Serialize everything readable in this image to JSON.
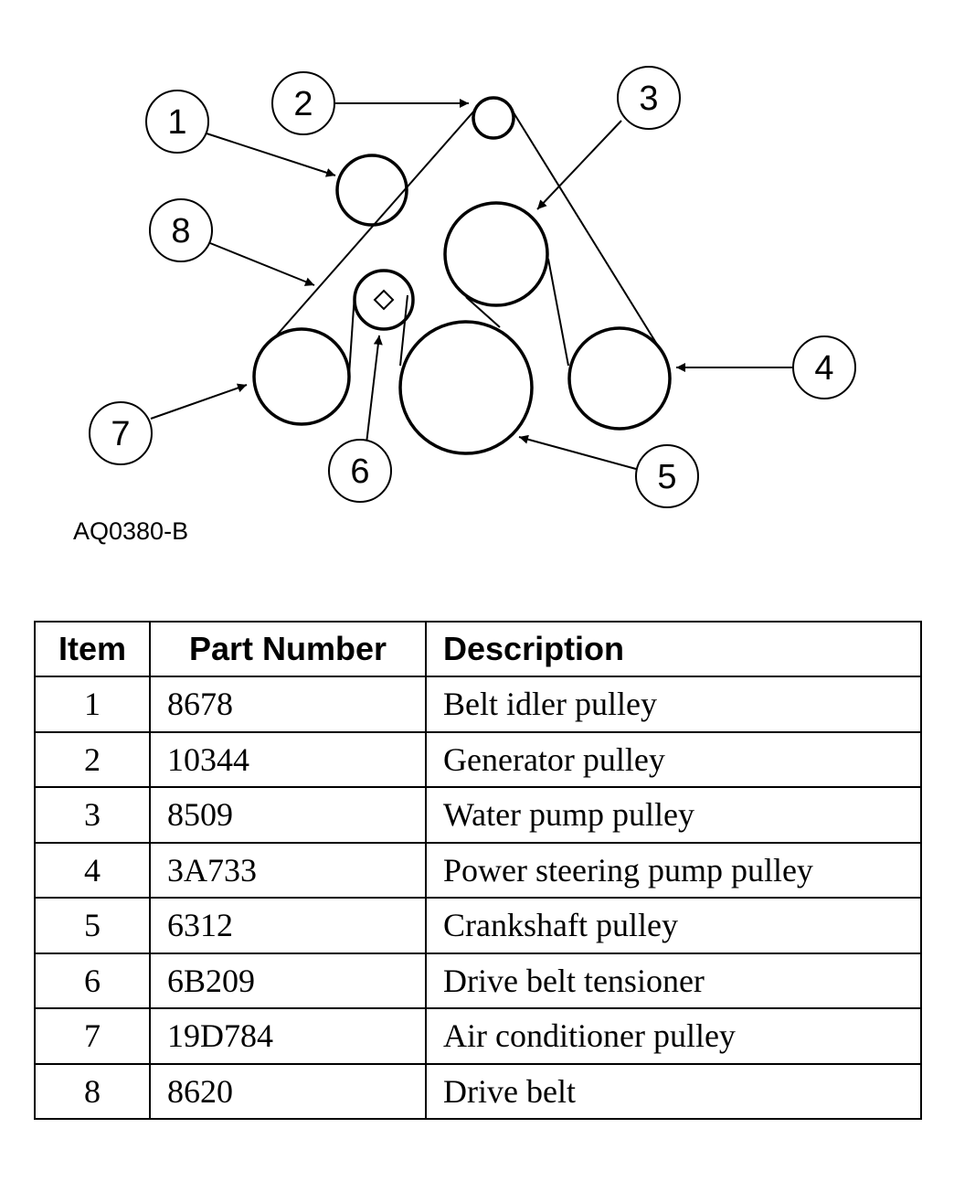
{
  "figure_id": "AQ0380-B",
  "callouts": [
    "1",
    "2",
    "3",
    "4",
    "5",
    "6",
    "7",
    "8"
  ],
  "table": {
    "headers": [
      "Item",
      "Part Number",
      "Description"
    ],
    "rows": [
      [
        "1",
        "8678",
        "Belt idler pulley"
      ],
      [
        "2",
        "10344",
        "Generator pulley"
      ],
      [
        "3",
        "8509",
        "Water pump pulley"
      ],
      [
        "4",
        "3A733",
        "Power steering pump pulley"
      ],
      [
        "5",
        "6312",
        "Crankshaft pulley"
      ],
      [
        "6",
        "6B209",
        "Drive belt tensioner"
      ],
      [
        "7",
        "19D784",
        "Air conditioner pulley"
      ],
      [
        "8",
        "8620",
        "Drive belt"
      ]
    ]
  }
}
